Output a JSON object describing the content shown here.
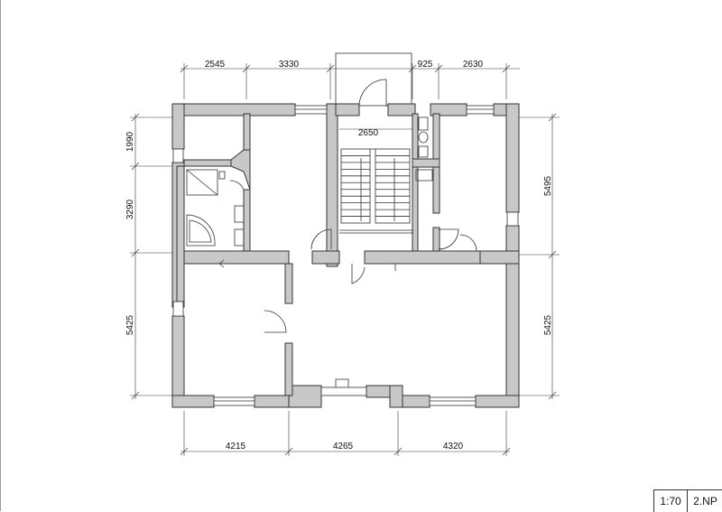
{
  "dimensions": {
    "top": [
      "2545",
      "3330",
      "925",
      "2630"
    ],
    "bottom": [
      "4215",
      "4265",
      "4320"
    ],
    "left": [
      "1990",
      "3290",
      "5425"
    ],
    "right": [
      "5495",
      "5425"
    ],
    "stair_width": "2650"
  },
  "title_block": {
    "scale": "1:70",
    "floor": "2.NP"
  }
}
